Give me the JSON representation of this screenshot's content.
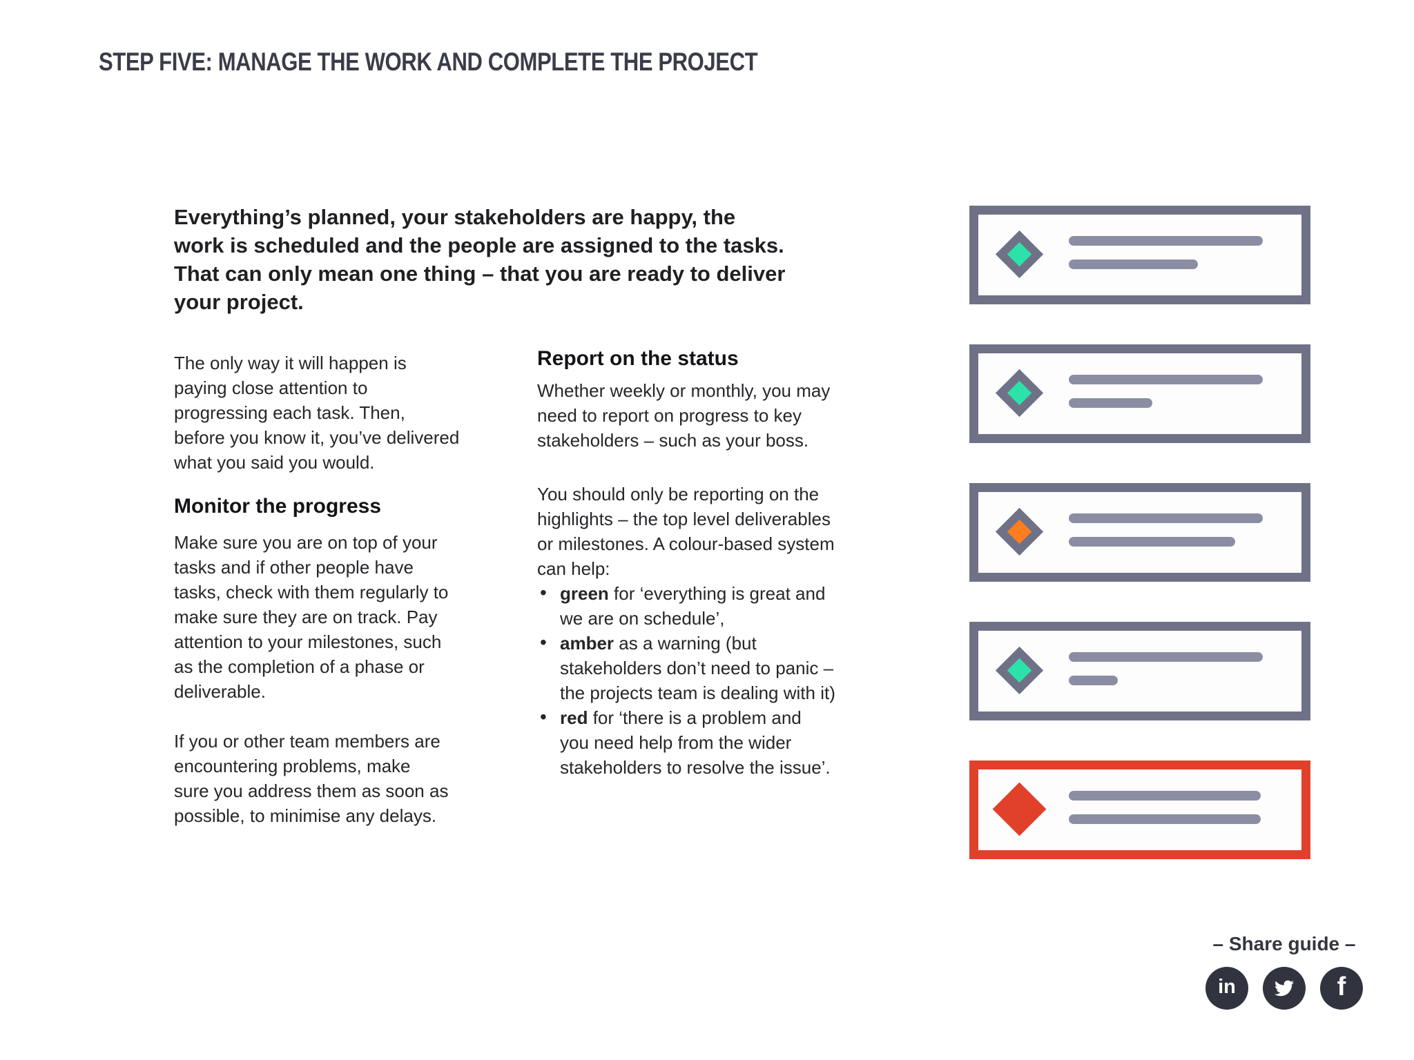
{
  "page": {
    "title": "STEP FIVE: MANAGE THE WORK AND COMPLETE THE PROJECT"
  },
  "intro": "Everything’s planned, your stakeholders are happy, the\nwork is scheduled and the people are assigned to the tasks.\nThat can only mean one thing – that you are ready to deliver\nyour project.",
  "left_column": {
    "para1": "The only way it will happen is\npaying close attention to\nprogressing each task. Then,\nbefore you know it, you’ve delivered\nwhat you said you would.",
    "heading": "Monitor the progress",
    "para2": "Make sure you are on top of your\ntasks and if other people have\ntasks, check with them regularly to\nmake sure they are on track. Pay\nattention to your milestones, such\nas the completion of a phase or\ndeliverable.",
    "para3": "If you or other team members are\nencountering problems, make\nsure you address them as soon as\npossible, to minimise any delays."
  },
  "middle_column": {
    "heading": "Report on the status",
    "para1": "Whether weekly or monthly, you may\nneed to report on progress to key\nstakeholders – such as your boss.",
    "para2": "You should only be reporting on the\nhighlights – the top level deliverables\nor milestones. A colour-based system\ncan help:",
    "bullets": [
      {
        "lead": "green",
        "rest": " for ‘everything is great and\nwe are on schedule’,"
      },
      {
        "lead": "amber",
        "rest": " as a warning (but\nstakeholders don’t need to panic –\nthe projects team is dealing with it)"
      },
      {
        "lead": "red",
        "rest": " for ‘there is a problem and\nyou need help from the wider\nstakeholders to resolve the issue’."
      }
    ]
  },
  "status_cards": [
    {
      "status": "on-schedule-1",
      "diamond": "outlined",
      "border_color": "#6F7287",
      "inner_color": "#2BE3A8",
      "line1_width": 281,
      "line2_width": 187
    },
    {
      "status": "on-schedule-2",
      "diamond": "outlined",
      "border_color": "#6F7287",
      "inner_color": "#2BE3A8",
      "line1_width": 281,
      "line2_width": 121
    },
    {
      "status": "warning-amber",
      "diamond": "outlined",
      "border_color": "#6F7287",
      "inner_color": "#FF7D1F",
      "line1_width": 281,
      "line2_width": 241
    },
    {
      "status": "on-schedule-3",
      "diamond": "outlined",
      "border_color": "#6F7287",
      "inner_color": "#2BE3A8",
      "line1_width": 281,
      "line2_width": 71
    },
    {
      "status": "problem-red",
      "diamond": "solid",
      "border_color": "#E1402A",
      "inner_color": "#E1402A",
      "line1_width": 278,
      "line2_width": 278
    }
  ],
  "share": {
    "label": "– Share guide –",
    "icons": [
      {
        "name": "linkedin",
        "glyph": "in"
      },
      {
        "name": "twitter",
        "glyph": ""
      },
      {
        "name": "facebook",
        "glyph": "f"
      }
    ]
  },
  "colors": {
    "slate_border": "#6F7287",
    "line_placeholder": "#8B8EA3",
    "green": "#2BE3A8",
    "amber": "#FF7D1F",
    "red": "#E1402A",
    "icon_circle": "#31343F",
    "title_text": "#3A3D49",
    "body_text": "#26262B"
  }
}
